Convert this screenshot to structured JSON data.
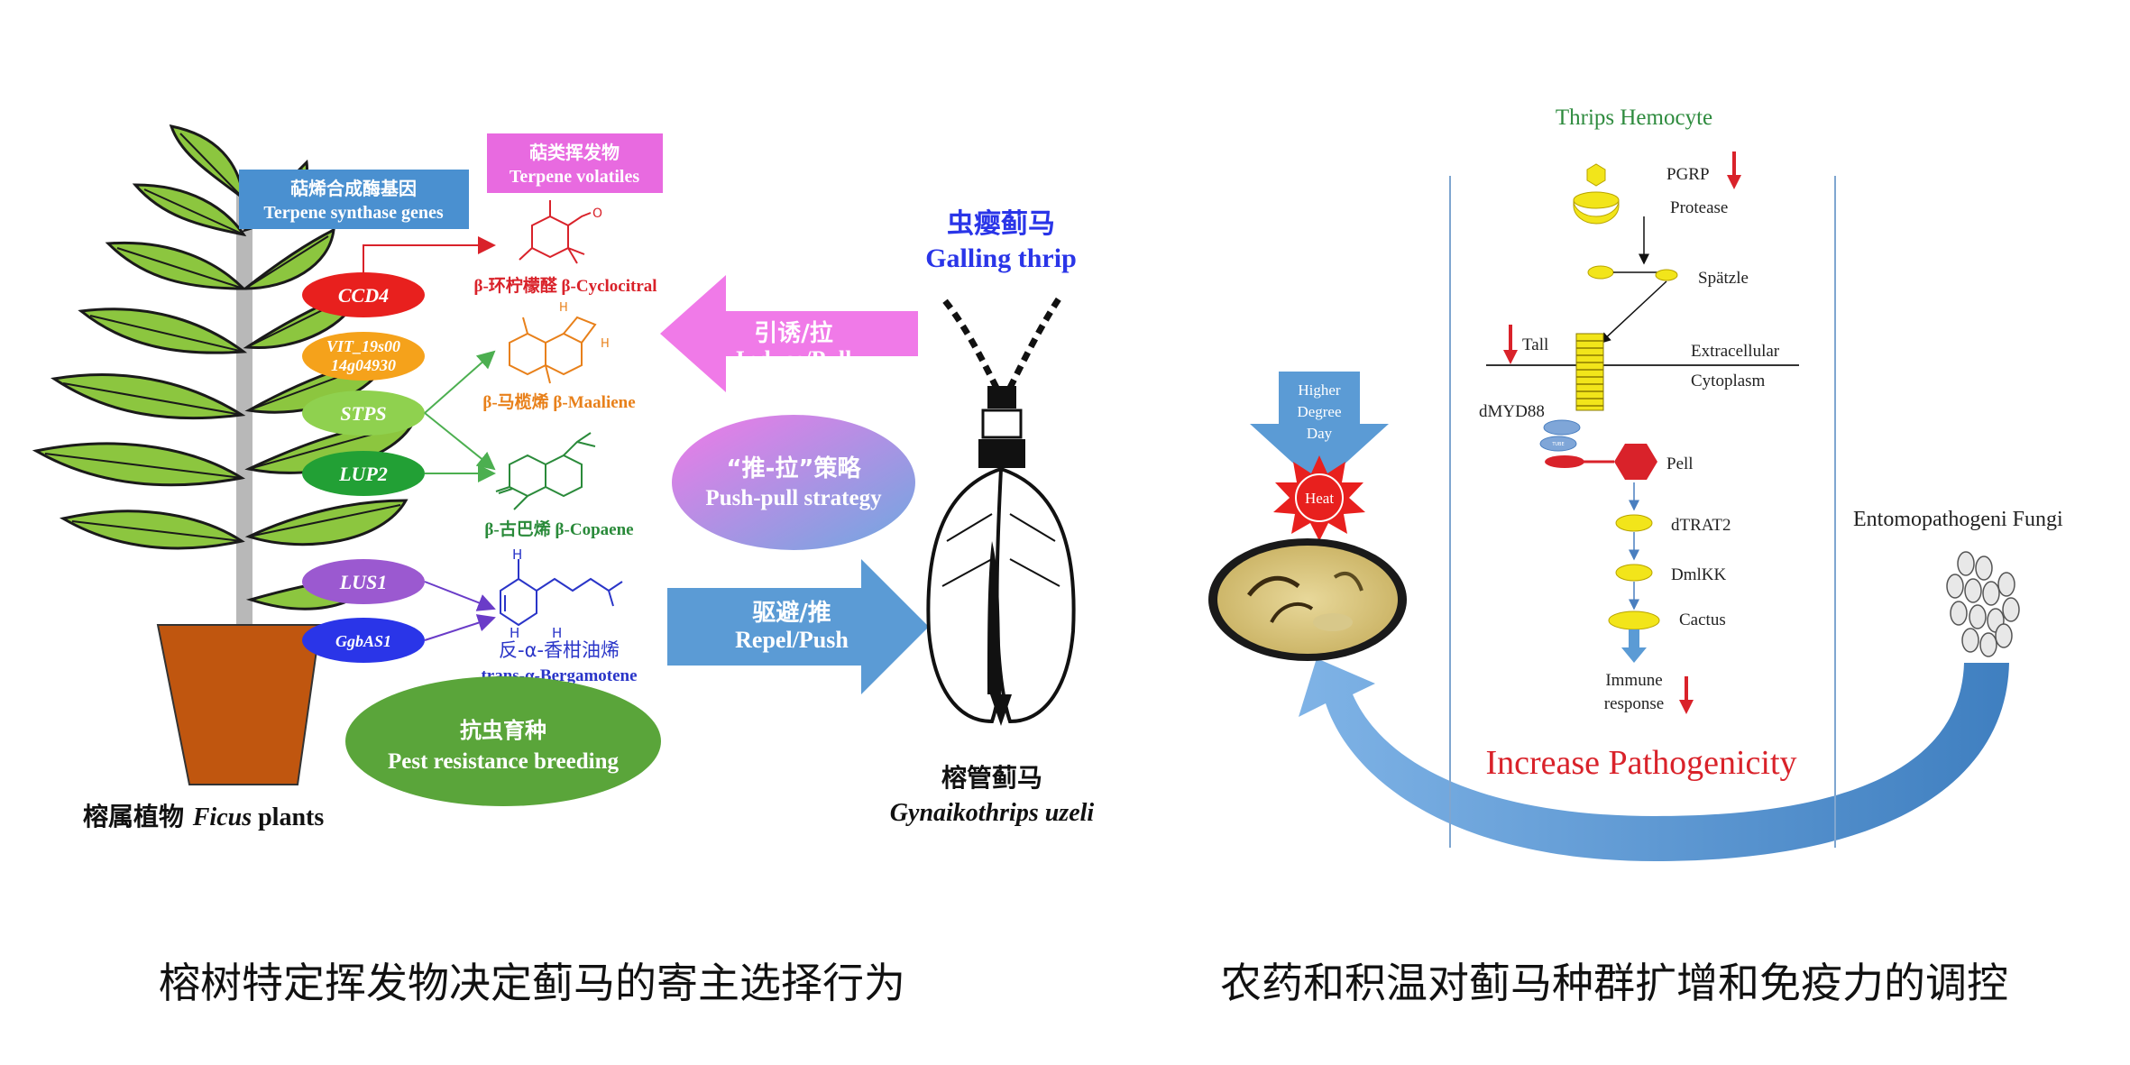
{
  "left_panel": {
    "gene_header": {
      "cn": "萜烯合成酶基因",
      "en": "Terpene synthase genes"
    },
    "volatile_header": {
      "cn": "萜类挥发物",
      "en": "Terpene volatiles"
    },
    "genes": [
      "CCD4",
      "VIT_19s00",
      "14g04930",
      "STPS",
      "LUP2",
      "LUS1",
      "GgbAS1"
    ],
    "compounds": {
      "cyclocitral": "β-环柠檬醛 β-Cyclocitral",
      "maaliene": "β-马榄烯 β-Maaliene",
      "copaene": "β-古巴烯 β-Copaene",
      "bergamotene_cn": "反-α-香柑油烯",
      "bergamotene_en": "trans-α-Bergamotene"
    },
    "structure_labels": {
      "o": "O",
      "h": "H"
    },
    "plant_label": {
      "cn": "榕属植物 ",
      "genus": "Ficus",
      "rest": " plants"
    },
    "breeding": {
      "cn": "抗虫育种",
      "en": "Pest resistance breeding"
    },
    "induce": {
      "cn": "引诱/拉",
      "en": "Induce/Pull"
    },
    "push_pull": {
      "cn": "“推-拉”策略",
      "en": "Push-pull strategy"
    },
    "repel": {
      "cn": "驱避/推",
      "en": "Repel/Push"
    },
    "galling": {
      "cn": "虫瘿蓟马",
      "en": "Galling thrip"
    },
    "thrips_label": {
      "cn": "榕管蓟马",
      "en": "Gynaikothrips uzeli"
    },
    "caption": "榕树特定挥发物决定蓟马的寄主选择行为"
  },
  "right_panel": {
    "hemocyte_title": "Thrips Hemocyte",
    "pathway": {
      "pgrp": "PGRP",
      "protease": "Protease",
      "spatzle": "Spätzle",
      "tall": "Tall",
      "extracellular": "Extracellular",
      "cytoplasm": "Cytoplasm",
      "dmyd88": "dMYD88",
      "tube": "TUBE",
      "pell": "Pell",
      "dtrat2": "dTRAT2",
      "dmlkk": "DmlKK",
      "cactus": "Cactus",
      "immune1": "Immune",
      "immune2": "response"
    },
    "higher_degree": [
      "Higher",
      "Degree",
      "Day"
    ],
    "heat": "Heat",
    "fungi": "Entomopathogeni Fungi",
    "increase": "Increase Pathogenicity",
    "caption": "农药和积温对蓟马种群扩增和免疫力的调控"
  },
  "colors": {
    "gene_box": "#4a90d0",
    "volatile_box": "#e86ae0",
    "pink_arrow": "#f07ae8",
    "blue_arrow": "#5b9bd5",
    "breeding": "#5aa53a",
    "pot": "#c0560f",
    "red_text": "#d9222a",
    "green_title": "#2e8b3e"
  }
}
